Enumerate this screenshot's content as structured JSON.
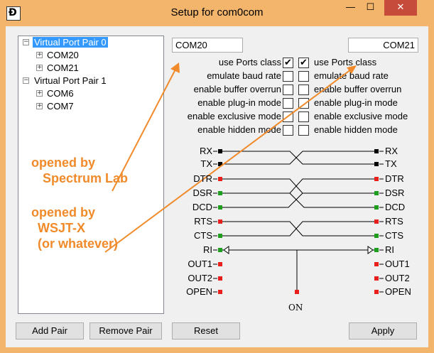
{
  "window": {
    "title": "Setup for com0com",
    "min_label": "—",
    "max_label": "☐",
    "close_label": "✕",
    "titlebar_color": "#f3b56b"
  },
  "tree": {
    "pairs": [
      {
        "label": "Virtual Port Pair 0",
        "expander": "−",
        "ports": [
          {
            "label": "COM20",
            "expander": "+"
          },
          {
            "label": "COM21",
            "expander": "+"
          }
        ]
      },
      {
        "label": "Virtual Port Pair 1",
        "expander": "−",
        "ports": [
          {
            "label": "COM6",
            "expander": "+"
          },
          {
            "label": "COM7",
            "expander": "+"
          }
        ]
      }
    ]
  },
  "ports": {
    "left": "COM20",
    "right": "COM21"
  },
  "options": [
    {
      "label": "use Ports class",
      "left_checked": true,
      "right_checked": true
    },
    {
      "label": "emulate baud rate",
      "left_checked": false,
      "right_checked": false
    },
    {
      "label": "enable buffer overrun",
      "left_checked": false,
      "right_checked": false
    },
    {
      "label": "enable plug-in mode",
      "left_checked": false,
      "right_checked": false
    },
    {
      "label": "enable exclusive mode",
      "left_checked": false,
      "right_checked": false
    },
    {
      "label": "enable hidden mode",
      "left_checked": false,
      "right_checked": false
    }
  ],
  "check_glyph": "✔",
  "pins": {
    "left": [
      "RX",
      "TX",
      "DTR",
      "DSR",
      "DCD",
      "RTS",
      "CTS",
      "RI",
      "OUT1",
      "OUT2",
      "OPEN"
    ],
    "right": [
      "RX",
      "TX",
      "DTR",
      "DSR",
      "DCD",
      "RTS",
      "CTS",
      "RI",
      "OUT1",
      "OUT2",
      "OPEN"
    ],
    "on_label": "ON",
    "dot_colors": {
      "black": "#000000",
      "red": "#e8201c",
      "green": "#1e9e1e"
    }
  },
  "buttons": {
    "add_pair": "Add Pair",
    "remove_pair": "Remove Pair",
    "reset": "Reset",
    "apply": "Apply"
  },
  "annotations": {
    "spectrum": [
      "opened by",
      "Spectrum Lab"
    ],
    "wsjt": [
      "opened by",
      "WSJT-X",
      "(or whatever)"
    ],
    "color": "#f08a2a"
  }
}
